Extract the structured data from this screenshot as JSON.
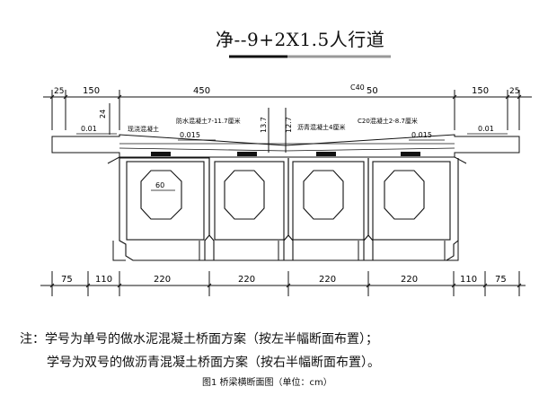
{
  "title": "净--9+2X1.5人行道",
  "top_dimensions": [
    "25",
    "150",
    "450",
    "50",
    "150",
    "25"
  ],
  "concrete_grade": "C40",
  "labels": {
    "left_curb": "现浇混凝土",
    "waterproof": "防水混凝土7-11.7厘米",
    "asphalt": "沥青混凝土4厘米",
    "c20": "C20混凝土2-8.7厘米",
    "dim_24": "24",
    "dim_13_7": "13.7",
    "dim_12_7": "12.7",
    "slope_left": "0.01",
    "slope_mid": "0.015",
    "slope_right_mid": "0.015",
    "slope_right": "0.01",
    "cell_width": "60"
  },
  "bottom_dimensions": [
    "75",
    "110",
    "220",
    "220",
    "220",
    "220",
    "110",
    "75"
  ],
  "notes": {
    "line1": "注：学号为单号的做水泥混凝土桥面方案（按左半幅断面布置）；",
    "line2": "学号为双号的做沥青混凝土桥面方案（按右半幅断面布置）。"
  },
  "caption": "图1  桥梁横断面图（单位：cm）"
}
